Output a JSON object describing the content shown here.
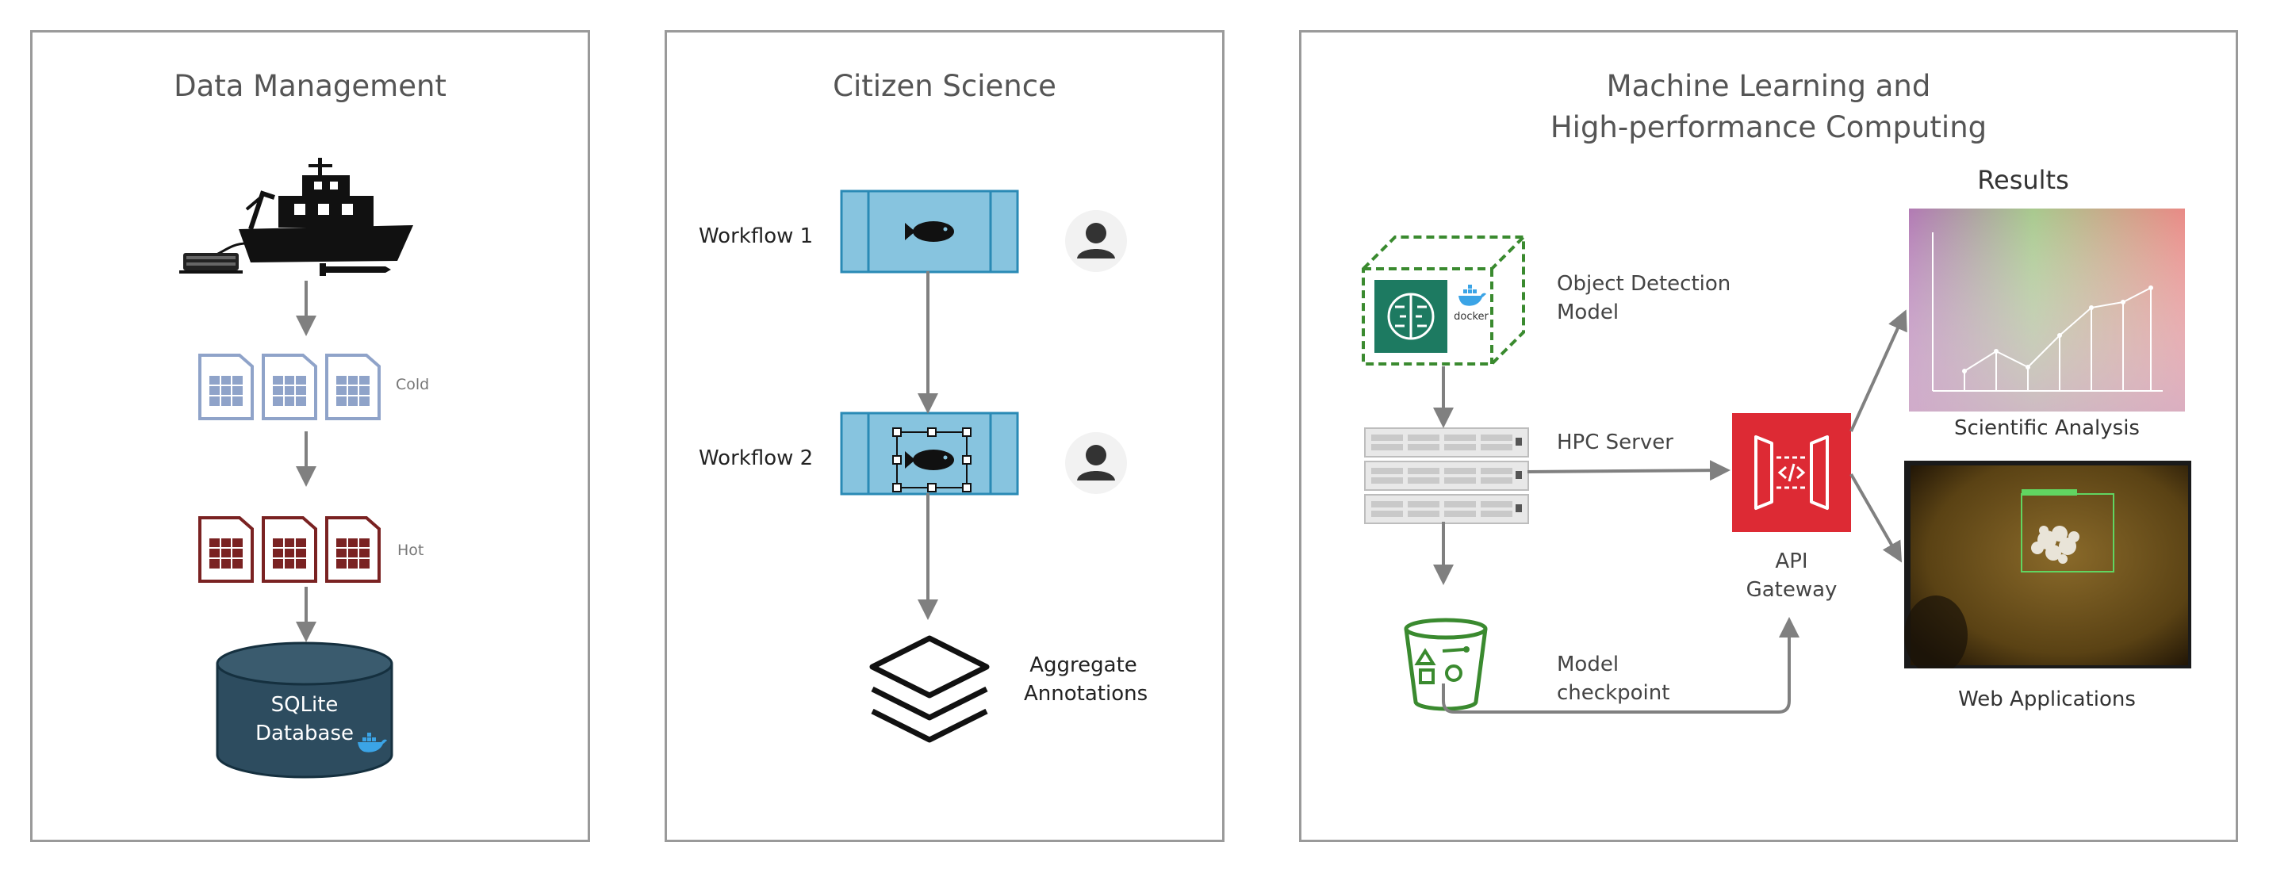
{
  "panels": {
    "data_management": {
      "title": "Data Management",
      "cold_label": "Cold",
      "hot_label": "Hot",
      "db_label_1": "SQLite",
      "db_label_2": "Database"
    },
    "citizen_science": {
      "title": "Citizen Science",
      "workflow1": "Workflow 1",
      "workflow2": "Workflow 2",
      "aggregate_1": "Aggregate",
      "aggregate_2": "Annotations"
    },
    "ml_hpc": {
      "title_1": "Machine Learning and",
      "title_2": "High-performance Computing",
      "results_title": "Results",
      "object_detection_1": "Object Detection",
      "object_detection_2": "Model",
      "docker_label": "docker",
      "hpc_server": "HPC Server",
      "checkpoint_1": "Model",
      "checkpoint_2": "checkpoint",
      "api_1": "API",
      "api_2": "Gateway",
      "scientific_analysis": "Scientific Analysis",
      "web_applications": "Web Applications"
    }
  },
  "colors": {
    "border": "#9a9a9a",
    "arrow": "#808080",
    "cold_file": "#8fa3c9",
    "hot_file": "#7a2222",
    "database": "#2d4c5f",
    "workflow_box": "#87c4df",
    "ml_green": "#1d7a61",
    "bucket_green": "#3a8a2f",
    "api_red": "#dd2a34"
  }
}
